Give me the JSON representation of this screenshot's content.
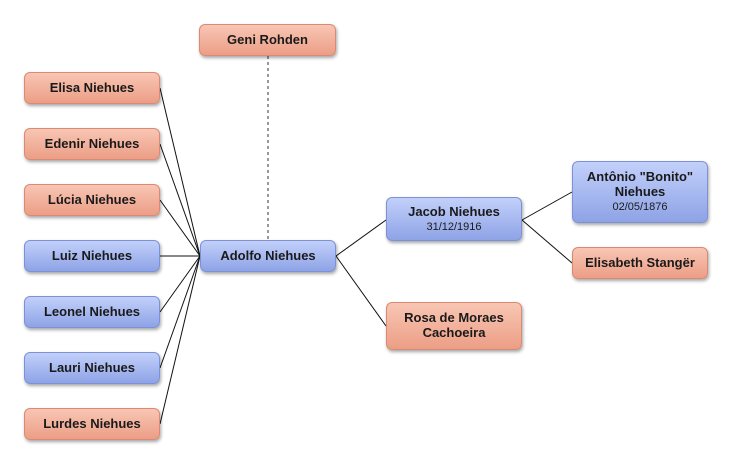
{
  "partner": {
    "name": "Geni Rohden",
    "sex": "female"
  },
  "focus": {
    "name": "Adolfo Niehues",
    "sex": "male"
  },
  "children": [
    {
      "name": "Elisa Niehues",
      "sex": "female"
    },
    {
      "name": "Edenir Niehues",
      "sex": "female"
    },
    {
      "name": "Lúcia Niehues",
      "sex": "female"
    },
    {
      "name": "Luiz Niehues",
      "sex": "male"
    },
    {
      "name": "Leonel Niehues",
      "sex": "male"
    },
    {
      "name": "Lauri Niehues",
      "sex": "male"
    },
    {
      "name": "Lurdes Niehues",
      "sex": "female"
    }
  ],
  "father": {
    "name": "Jacob Niehues",
    "date": "31/12/1916",
    "sex": "male"
  },
  "mother": {
    "name": "Rosa de Moraes Cachoeira",
    "sex": "female"
  },
  "paternal_grandfather": {
    "name": "Antônio \"Bonito\" Niehues",
    "date": "02/05/1876",
    "sex": "male"
  },
  "paternal_grandmother": {
    "name": "Elisabeth Stangër",
    "sex": "female"
  },
  "colors": {
    "male_fill": "#a9bbf2",
    "female_fill": "#f2b39f",
    "connector": "#111111"
  }
}
